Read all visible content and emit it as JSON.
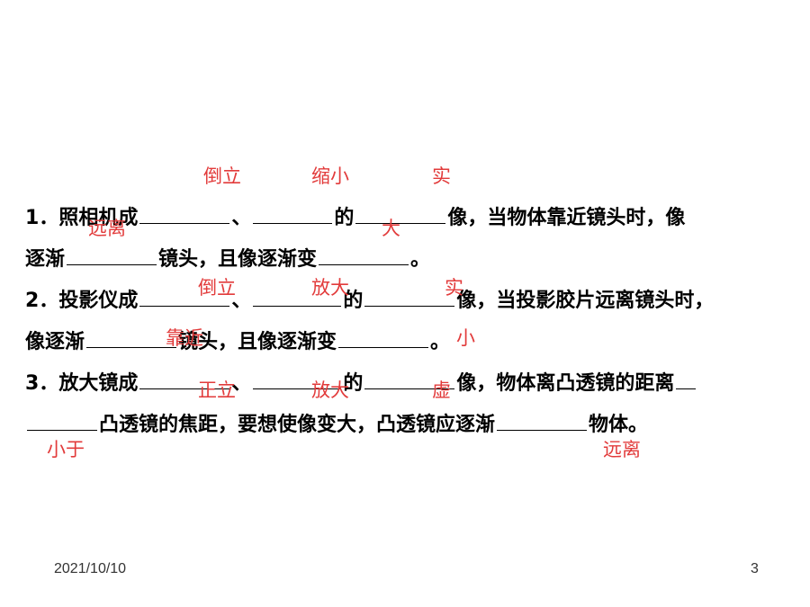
{
  "colors": {
    "answer": "#e23b3b",
    "text": "#000000"
  },
  "q1": {
    "line1": {
      "num": "1．",
      "a": "照相机成",
      "b": "、",
      "c": "的",
      "d": "像，当物体靠近镜头时，像"
    },
    "line2": {
      "a": "逐渐",
      "b": "镜头，且像逐渐变",
      "c": "。"
    },
    "answers": [
      "倒立",
      "缩小",
      "实",
      "远离",
      "大"
    ]
  },
  "q2": {
    "line1": {
      "num": "2．",
      "a": "投影仪成",
      "b": "、",
      "c": "的",
      "d": "像，当投影胶片远离镜头时，"
    },
    "line2": {
      "a": "像逐渐",
      "b": "镜头，且像逐渐变",
      "c": "。"
    },
    "answers": [
      "倒立",
      "放大",
      "实",
      "靠近",
      "小"
    ]
  },
  "q3": {
    "line1": {
      "num": "3．",
      "a": "放大镜成",
      "b": "、",
      "c": "的",
      "d": "像，物体离凸透镜的距离"
    },
    "line2": {
      "a": "凸透镜的焦距，要想使像变大，凸透镜应逐渐",
      "b": "物体。"
    },
    "answers": [
      "正立",
      "放大",
      "虚",
      "小于",
      "远离"
    ]
  },
  "footer": {
    "date": "2021/10/10",
    "page": "3"
  }
}
